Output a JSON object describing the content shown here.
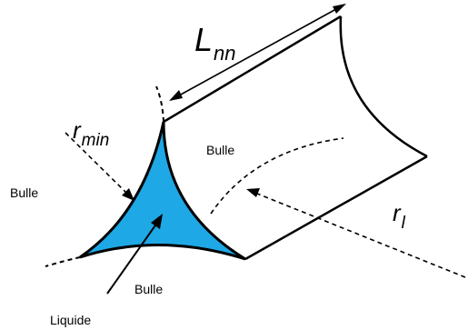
{
  "labels": {
    "l_main": "L",
    "l_sub": "nn",
    "rmin_main": "r",
    "rmin_sub": "min",
    "rl_main": "r",
    "rl_sub": "l",
    "bulle_left": "Bulle",
    "bulle_top": "Bulle",
    "bulle_bottom": "Bulle",
    "liquide": "Liquide"
  },
  "colors": {
    "liquid_fill": "#1ea8e6",
    "stroke": "#000000"
  }
}
